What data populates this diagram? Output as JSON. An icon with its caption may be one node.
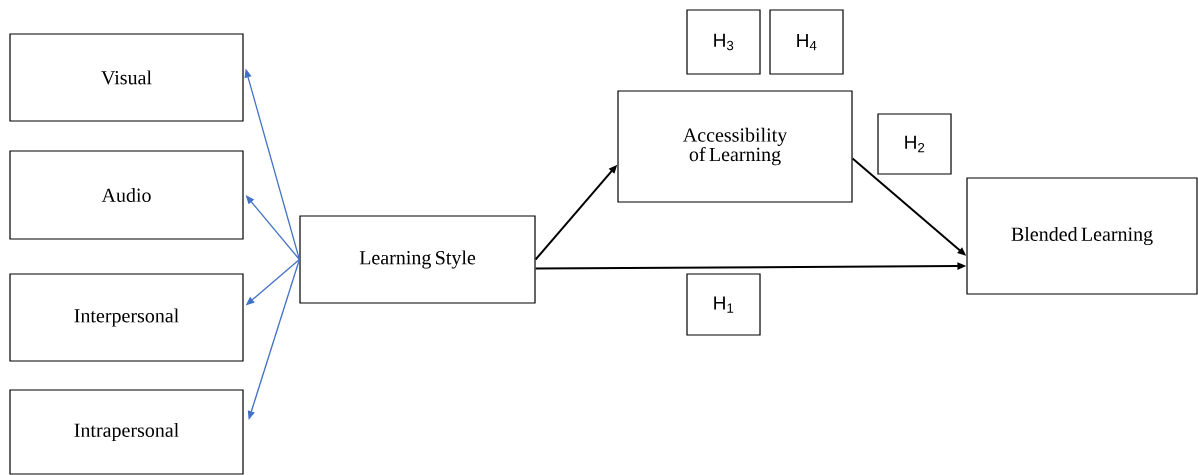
{
  "diagram": {
    "nodes": [
      {
        "text": [
          "Visual"
        ]
      },
      {
        "text": [
          "Audio"
        ]
      },
      {
        "text": [
          "Interpersonal"
        ]
      },
      {
        "text": [
          "Intrapersonal"
        ]
      },
      {
        "text": [
          "Learning Style"
        ]
      },
      {
        "text": [
          "Accessibility of Learning"
        ]
      },
      {
        "text": [
          "Blended Learning"
        ]
      },
      {
        "text": [
          "H$_{3}$"
        ]
      },
      {
        "text": [
          "H$_{4}$"
        ]
      },
      {
        "text": [
          "H$_{2}$"
        ]
      },
      {
        "text": [
          "H$_{1}$"
        ]
      }
    ],
    "edges": [
      {
        "from": 4,
        "to": 0,
        "arrow": "to",
        "color": "#4472c4"
      },
      {
        "from": 4,
        "to": 1,
        "arrow": "to",
        "color": "#4472c4"
      },
      {
        "from": 4,
        "to": 2,
        "arrow": "to",
        "color": "#4472c4"
      },
      {
        "from": 4,
        "to": 3,
        "arrow": "to",
        "color": "#4472c4"
      },
      {
        "from": 4,
        "to": 5,
        "arrow": "to",
        "color": "#000000"
      },
      {
        "from": 4,
        "to": 6,
        "arrow": "to",
        "color": "#000000"
      },
      {
        "from": 5,
        "to": 6,
        "arrow": "to",
        "color": "#000000"
      }
    ]
  }
}
